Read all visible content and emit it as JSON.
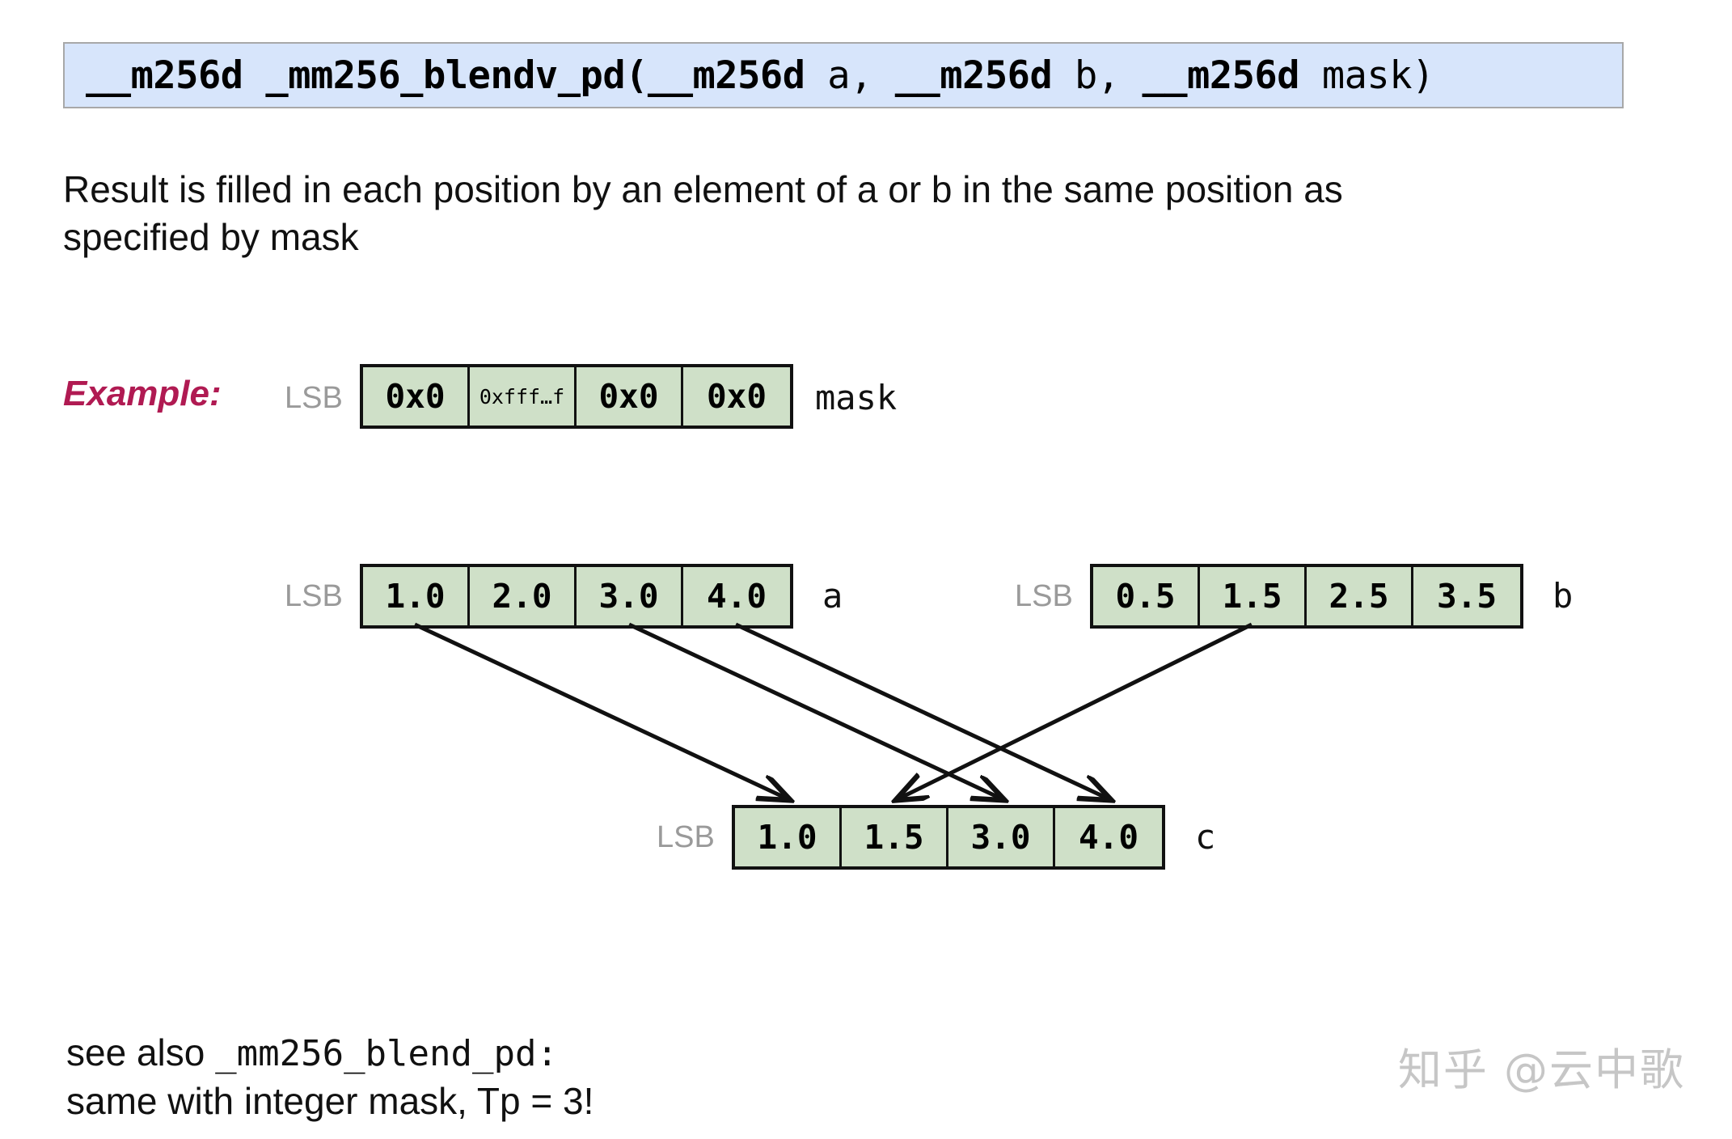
{
  "signature": {
    "return_type": "__m256d",
    "name": "_mm256_blendv_pd",
    "full": "__m256d _mm256_blendv_pd(__m256d a, __m256d b, __m256d mask)",
    "parts": {
      "ret": "__m256d",
      "fn": " _mm256_blendv_pd(",
      "p1_type": "__m256d",
      "p1_name": " a, ",
      "p2_type": "__m256d",
      "p2_name": " b, ",
      "p3_type": "__m256d",
      "p3_name": " mask)"
    }
  },
  "description": {
    "line1": "Result is filled in each position by an element of a or b in the same position as",
    "line2": "specified by mask"
  },
  "example": {
    "label": "Example:"
  },
  "labels": {
    "lsb": "LSB"
  },
  "vectors": {
    "mask": {
      "name": "mask",
      "lsb": "LSB",
      "cells": [
        "0x0",
        "0xfff…f",
        "0x0",
        "0x0"
      ],
      "small_cells": [
        false,
        true,
        false,
        false
      ]
    },
    "a": {
      "name": "a",
      "lsb": "LSB",
      "cells": [
        "1.0",
        "2.0",
        "3.0",
        "4.0"
      ]
    },
    "b": {
      "name": "b",
      "lsb": "LSB",
      "cells": [
        "0.5",
        "1.5",
        "2.5",
        "3.5"
      ]
    },
    "c": {
      "name": "c",
      "lsb": "LSB",
      "cells": [
        "1.0",
        "1.5",
        "3.0",
        "4.0"
      ]
    }
  },
  "mapping": [
    {
      "from": "a",
      "from_index": 0,
      "to_index": 0
    },
    {
      "from": "b",
      "from_index": 1,
      "to_index": 1
    },
    {
      "from": "a",
      "from_index": 2,
      "to_index": 2
    },
    {
      "from": "a",
      "from_index": 3,
      "to_index": 3
    }
  ],
  "footer": {
    "line1_prefix": "see also ",
    "line1_mono": "_mm256_blend_pd",
    "line1_suffix": ":",
    "line2": "same with integer mask, Tp = 3!"
  },
  "watermark": {
    "text": "知乎 @云中歌"
  },
  "colors": {
    "signature_bg": "#d7e5fb",
    "signature_border": "#a8a8a8",
    "cell_fill": "#cfe0c8",
    "cell_border": "#111111",
    "example_accent": "#b01a52",
    "lsb_gray": "#9a9a9a",
    "watermark_gray": "#c6c6c6"
  }
}
